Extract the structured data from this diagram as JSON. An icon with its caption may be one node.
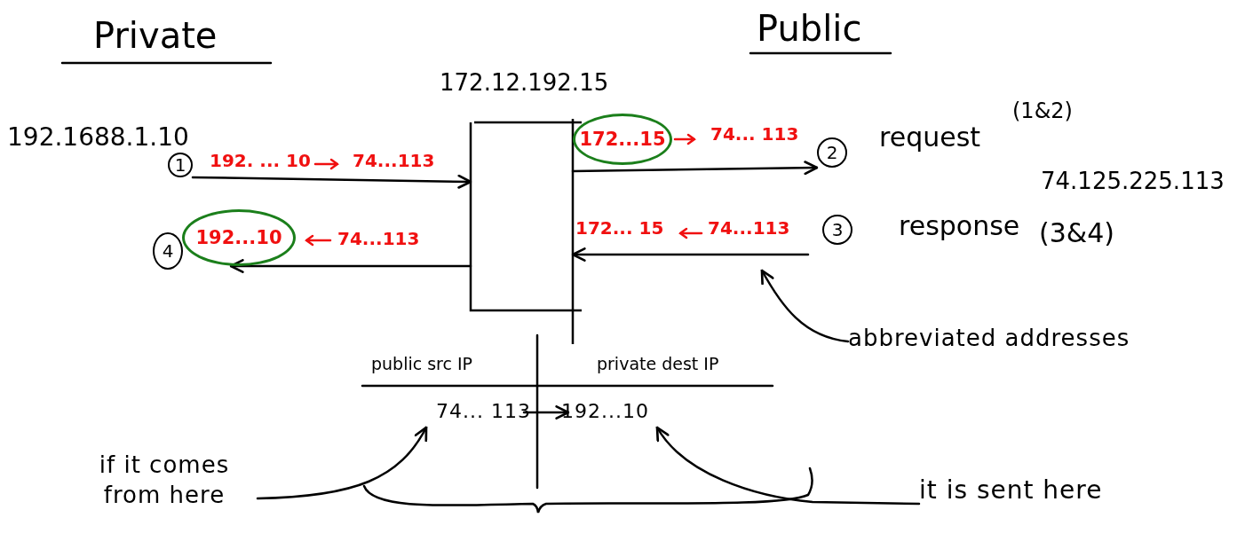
{
  "diagram": {
    "nodes": [
      {
        "text": [
          "172.12.192.15"
        ]
      },
      {
        "text": [
          "1"
        ]
      },
      {
        "text": [
          "2"
        ]
      },
      {
        "text": [
          "3"
        ]
      },
      {
        "text": [
          "4"
        ]
      },
      {
        "text": [
          "172...15"
        ]
      },
      {
        "text": [
          "192...10"
        ]
      },
      {
        "text": [
          "abbreviated addresses"
        ]
      },
      {
        "text": [
          "74... 113"
        ]
      },
      {
        "text": [
          "192...10"
        ]
      },
      {
        "text": [
          "if it comes from here"
        ]
      },
      {
        "text": [
          "it is sent here"
        ]
      }
    ],
    "edges": [
      {
        "from": 1,
        "to": 0,
        "arrow": "to"
      },
      {
        "from": 0,
        "to": 2,
        "arrow": "to"
      },
      {
        "from": null,
        "to": 0,
        "arrow": "to"
      },
      {
        "from": 0,
        "to": 6,
        "arrow": "to"
      },
      {
        "from": 7,
        "to": null,
        "arrow": "to"
      },
      {
        "from": 8,
        "to": 9,
        "arrow": "to"
      },
      {
        "from": 10,
        "to": 8,
        "arrow": "to"
      },
      {
        "from": 11,
        "to": 9,
        "arrow": "to"
      }
    ],
    "labels": [
      "Private",
      "Public",
      "192.1688.1.10",
      "192. ... 10",
      "74...113",
      "74... 113",
      "request",
      "(1&2)",
      "74.125.225.113",
      "172... 15",
      "74...113",
      "response",
      "(3&4)",
      "74...113",
      "public src IP",
      "private dest IP"
    ]
  }
}
